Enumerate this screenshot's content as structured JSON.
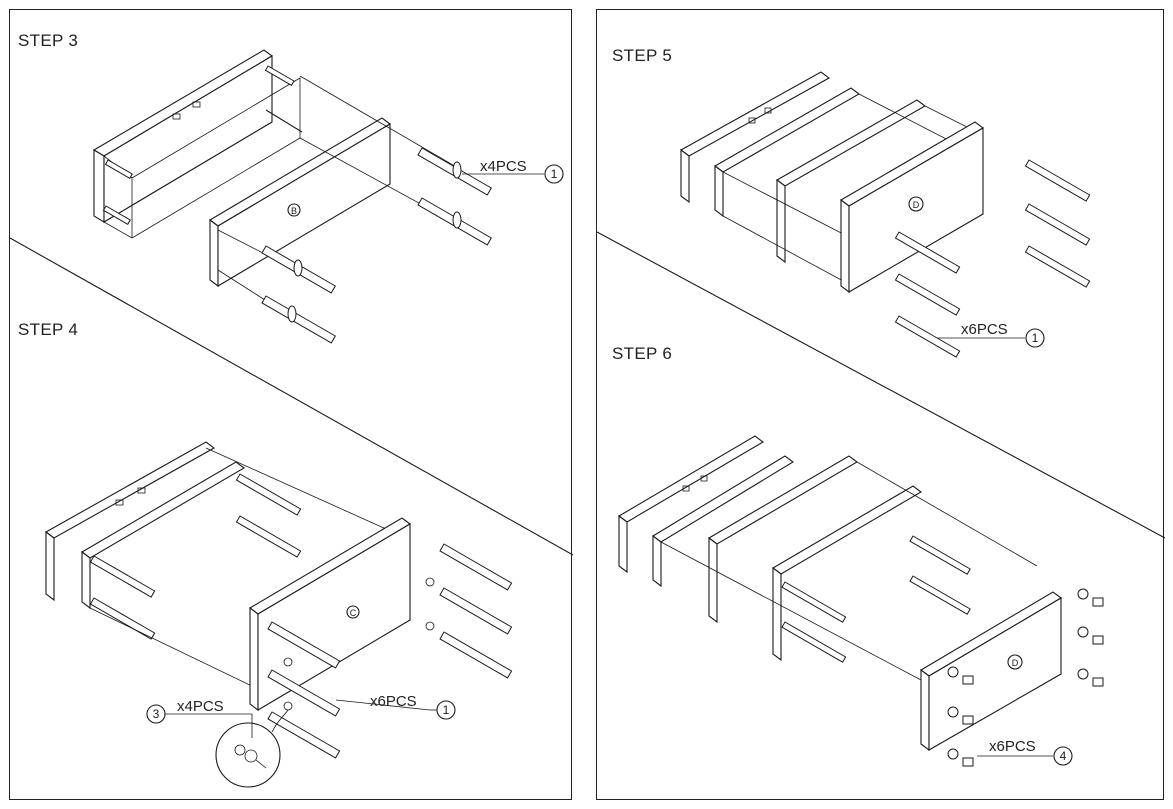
{
  "steps": {
    "step3": {
      "label": "STEP 3",
      "panel_letter": "B",
      "qty": "x4PCS",
      "part_no": "1"
    },
    "step4": {
      "label": "STEP 4",
      "panel_letter": "C",
      "qty_a": "x6PCS",
      "part_no_a": "1",
      "qty_b": "x4PCS",
      "part_no_b": "3"
    },
    "step5": {
      "label": "STEP 5",
      "panel_letter": "D",
      "qty": "x6PCS",
      "part_no": "1"
    },
    "step6": {
      "label": "STEP 6",
      "panel_letter": "D",
      "qty": "x6PCS",
      "part_no": "4"
    }
  }
}
